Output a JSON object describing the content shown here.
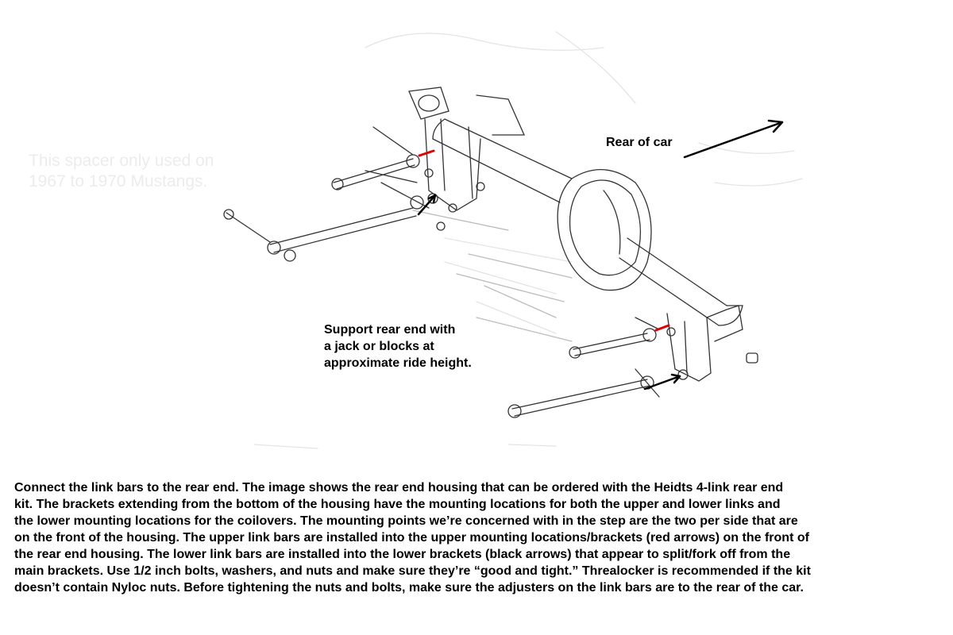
{
  "diagram": {
    "ghost_text": [
      "This spacer only used on",
      "1967 to 1970 Mustangs."
    ],
    "labels": {
      "rear_of_car": "Rear of car",
      "support": [
        "Support rear end with",
        "a jack or blocks at",
        "approximate ride height."
      ]
    },
    "colors": {
      "upper_arrow": "#e00000",
      "lower_arrow": "#000000",
      "line": "#333333"
    }
  },
  "instructions": {
    "lines": [
      "Connect the link bars to the rear end. The image shows the rear end housing that can be ordered with the Heidts 4-link rear end",
      "kit. The brackets extending from the bottom of the housing have the mounting locations for both the upper and lower links and",
      "the lower mounting locations for the coilovers. The mounting points we’re concerned with in the step are the two per side that are",
      "on the front of the housing. The upper link bars are installed into the upper mounting locations/brackets (red arrows) on the front of",
      "the rear end housing. The lower link bars are installed into the lower brackets (black arrows) that appear to split/fork off from the",
      "main brackets. Use 1/2 inch bolts, washers, and nuts and make sure they’re “good and tight.” Threalocker is recommended if the kit",
      "doesn’t contain Nyloc nuts.  Before tightening the nuts and bolts, make sure the adjusters on the link bars are to the rear of the car."
    ]
  }
}
